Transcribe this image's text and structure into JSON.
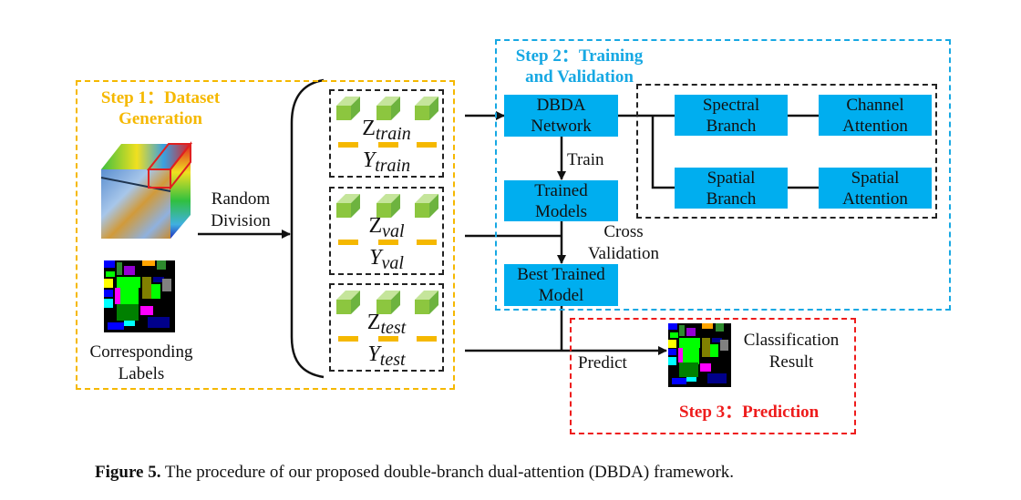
{
  "caption": {
    "label": "Figure 5.",
    "text": "The procedure of our proposed double-branch dual-attention (DBDA) framework."
  },
  "step1": {
    "title_line1": "Step 1：Dataset",
    "title_line2": "Generation",
    "color": "#f5b800",
    "hsi_cube_label": "hyperspectral-cube",
    "labels_caption_line1": "Corresponding",
    "labels_caption_line2": "Labels",
    "division_label_line1": "Random",
    "division_label_line2": "Division"
  },
  "subsets": [
    {
      "z_base": "Z",
      "z_sub": "train",
      "y_base": "Y",
      "y_sub": "train"
    },
    {
      "z_base": "Z",
      "z_sub": "val",
      "y_base": "Y",
      "y_sub": "val"
    },
    {
      "z_base": "Z",
      "z_sub": "test",
      "y_base": "Y",
      "y_sub": "test"
    }
  ],
  "step2": {
    "title_line1": "Step 2：Training",
    "title_line2": "and Validation",
    "color": "#17a8e3",
    "nodes": {
      "dbda": [
        "DBDA",
        "Network"
      ],
      "trained": [
        "Trained",
        "Models"
      ],
      "best": [
        "Best Trained",
        "Model"
      ],
      "spectral_branch": [
        "Spectral",
        "Branch"
      ],
      "channel_attention": [
        "Channel",
        "Attention"
      ],
      "spatial_branch": [
        "Spatial",
        "Branch"
      ],
      "spatial_attention": [
        "Spatial",
        "Attention"
      ]
    },
    "edge_labels": {
      "train": "Train",
      "cross_line1": "Cross",
      "cross_line2": "Validation"
    },
    "node_color": "#00aeef"
  },
  "step3": {
    "title": "Step 3：Prediction",
    "color": "#ee1c1c",
    "predict_label": "Predict",
    "result_line1": "Classification",
    "result_line2": "Result"
  }
}
